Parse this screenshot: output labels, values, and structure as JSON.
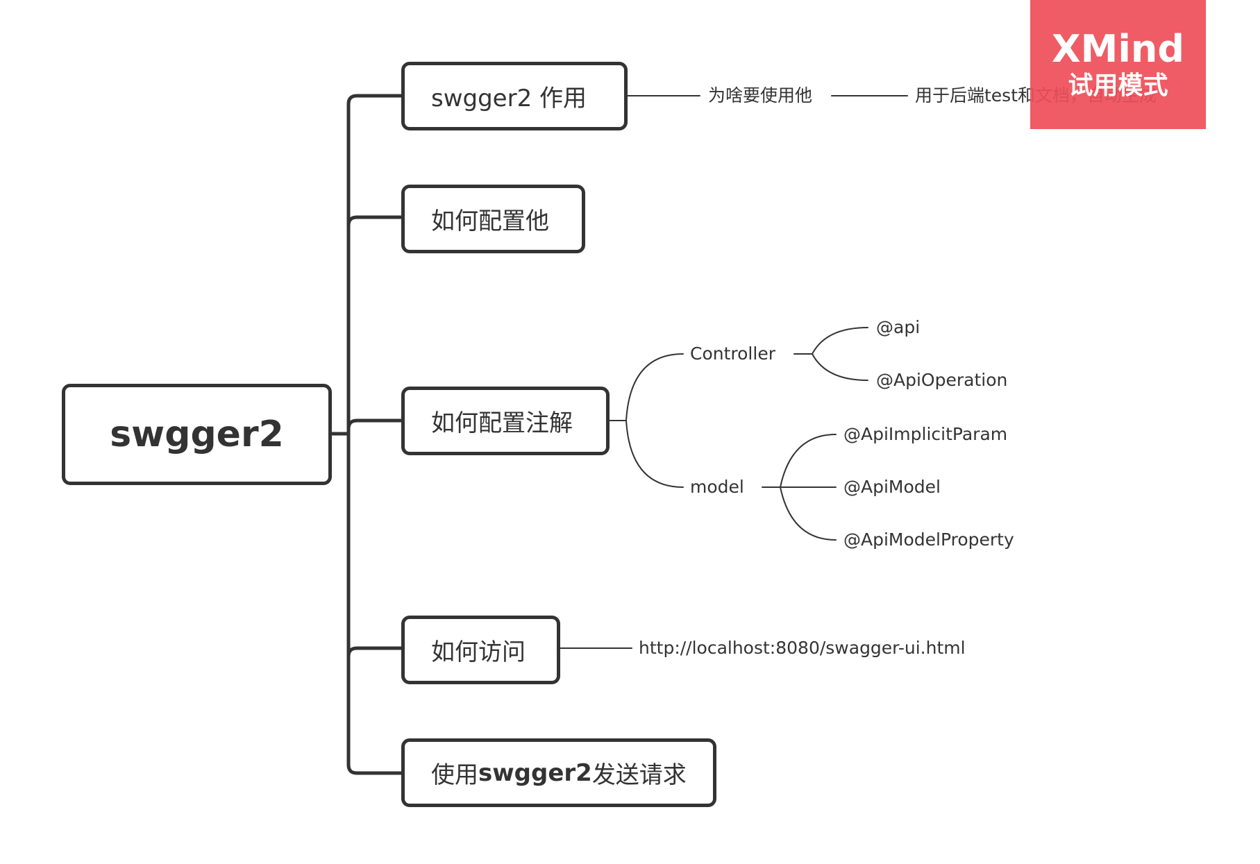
{
  "colors": {
    "line": "#333333",
    "text": "#333333",
    "watermark_bg": "#EE4E58",
    "watermark_text": "#ffffff"
  },
  "root": {
    "label": "swgger2"
  },
  "branches": [
    {
      "parts": [
        {
          "text": "swgger2 作用",
          "bold": false
        }
      ]
    },
    {
      "parts": [
        {
          "text": "如何配置他",
          "bold": false
        }
      ]
    },
    {
      "parts": [
        {
          "text": "如何配置注解",
          "bold": false
        }
      ]
    },
    {
      "parts": [
        {
          "text": "如何访问",
          "bold": false
        }
      ]
    },
    {
      "parts": [
        {
          "text": "使用",
          "bold": false
        },
        {
          "text": "swgger2",
          "bold": true
        },
        {
          "text": "发送请求",
          "bold": false
        }
      ]
    }
  ],
  "subtopics": {
    "why": "为啥要使用他",
    "purpose": "用于后端test和文档，自动生成",
    "controller": "Controller",
    "api": "@api",
    "api_operation": "@ApiOperation",
    "model": "model",
    "api_implicit_param": "@ApiImplicitParam",
    "api_model": "@ApiModel",
    "api_model_property": "@ApiModelProperty",
    "url": "http://localhost:8080/swagger-ui.html"
  },
  "watermark": {
    "title": "XMind",
    "subtitle": "试用模式"
  }
}
